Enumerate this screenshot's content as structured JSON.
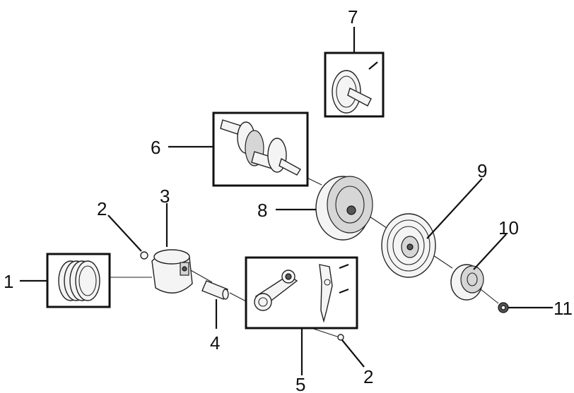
{
  "callouts": {
    "c1": "1",
    "c2a": "2",
    "c3": "3",
    "c4": "4",
    "c5": "5",
    "c2b": "2",
    "c6": "6",
    "c7": "7",
    "c8": "8",
    "c9": "9",
    "c10": "10",
    "c11": "11"
  }
}
